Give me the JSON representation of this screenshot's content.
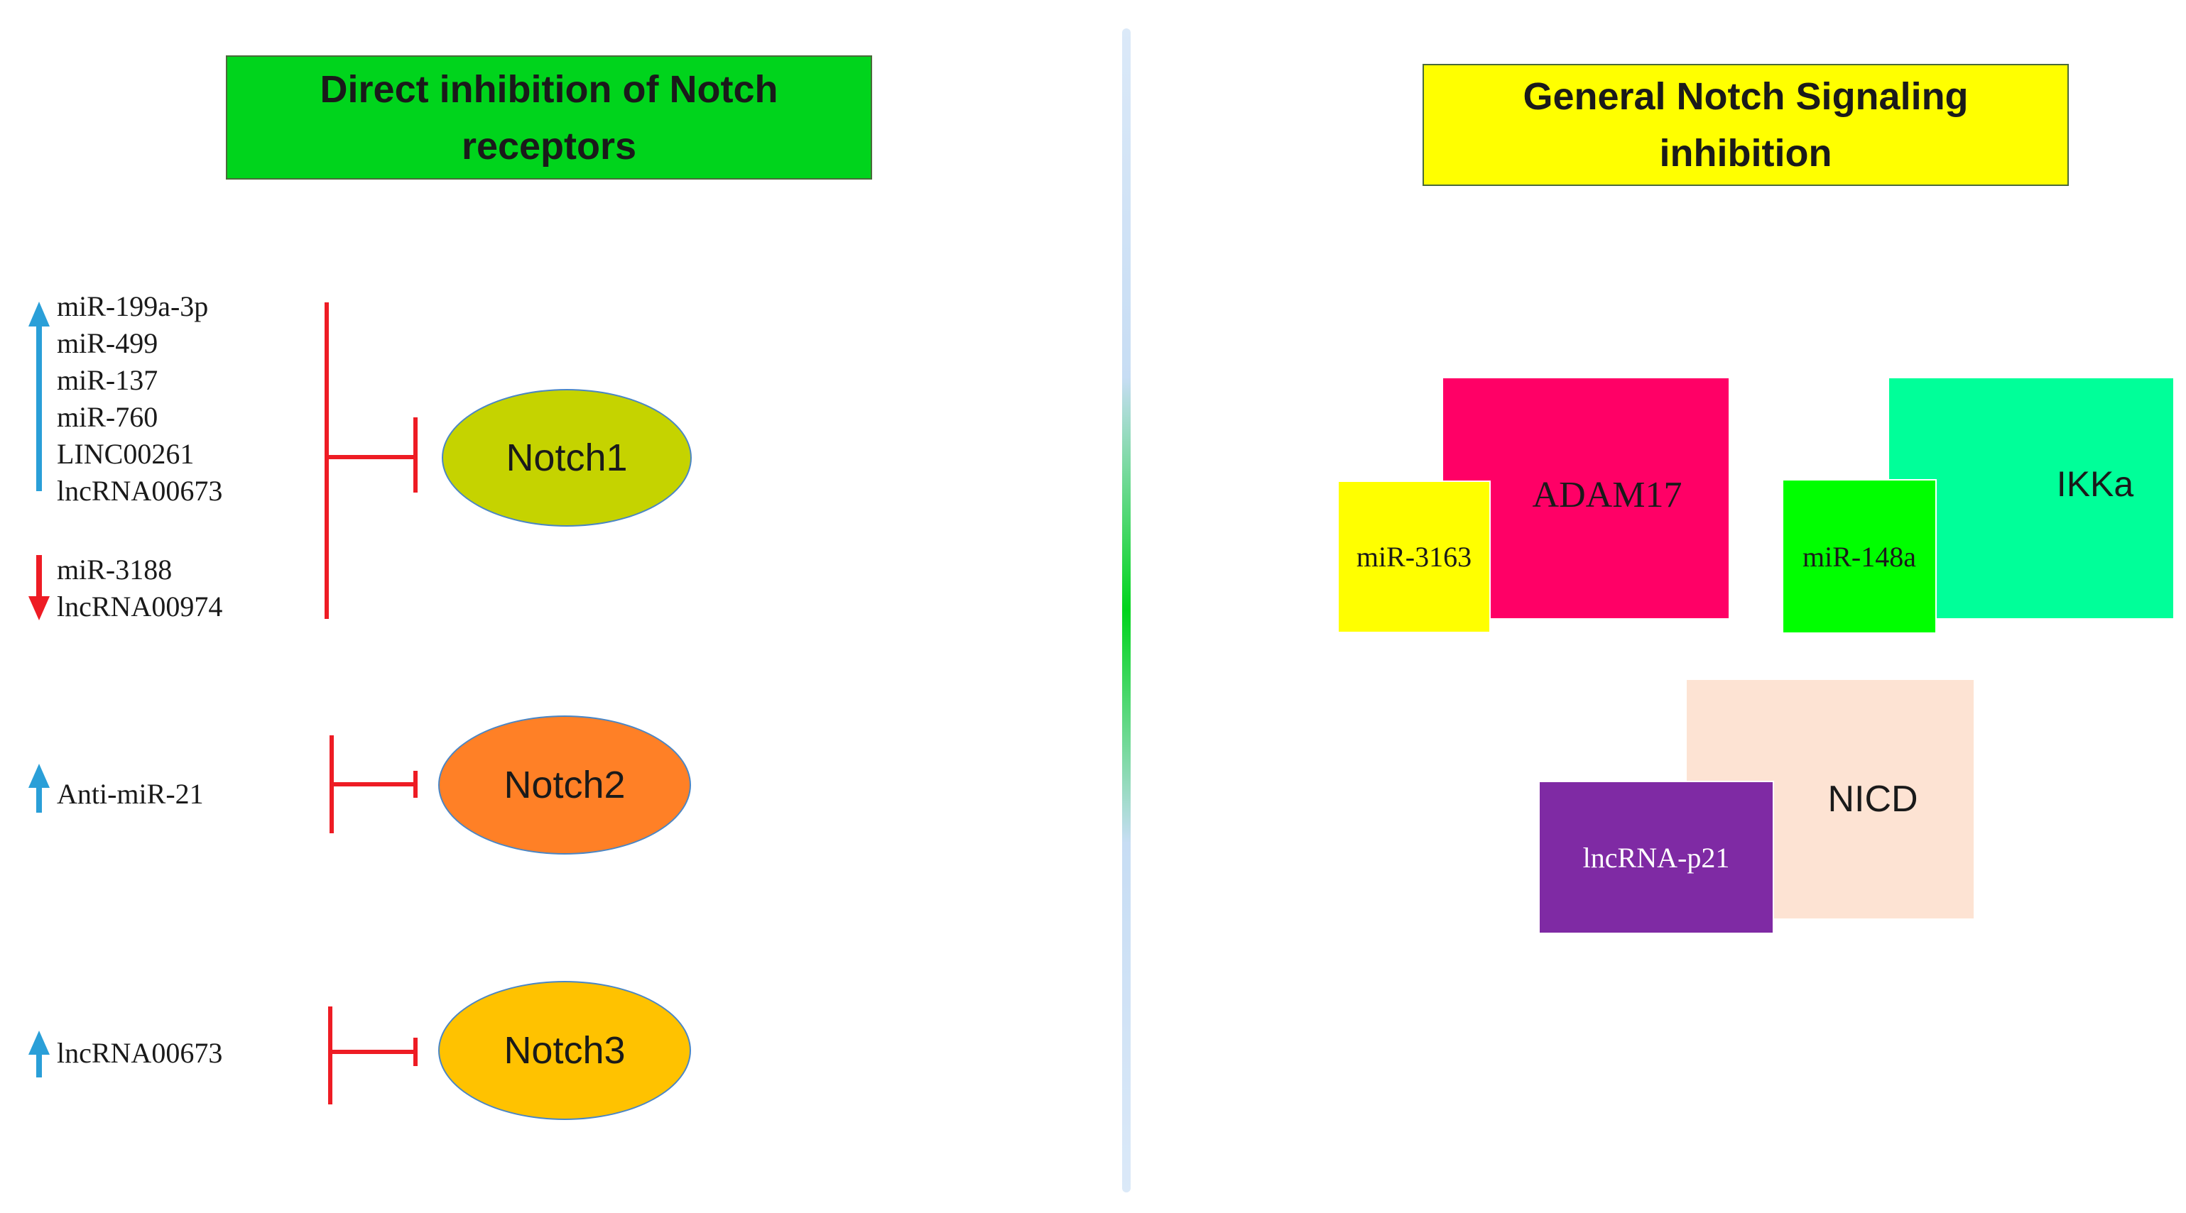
{
  "left": {
    "header": "Direct inhibition of Notch receptors",
    "notch1": {
      "label": "Notch1",
      "up_regulators": [
        "miR-199a-3p",
        "miR-499",
        "miR-137",
        "miR-760",
        "LINC00261",
        "lncRNA00673"
      ],
      "down_regulators": [
        "miR-3188",
        "lncRNA00974"
      ]
    },
    "notch2": {
      "label": "Notch2",
      "up_regulators": [
        "Anti-miR-21"
      ]
    },
    "notch3": {
      "label": "Notch3",
      "up_regulators": [
        "lncRNA00673"
      ]
    }
  },
  "right": {
    "header": "General Notch Signaling inhibition",
    "pairs": [
      {
        "target": "ADAM17",
        "regulator": "miR-3163"
      },
      {
        "target": "IKKa",
        "regulator": "miR-148a"
      },
      {
        "target": "NICD",
        "regulator": "lncRNA-p21"
      }
    ]
  },
  "colors": {
    "green_header": "#00d41c",
    "yellow_header": "#ffff00",
    "notch1": "#c5d300",
    "notch2": "#ff8026",
    "notch3": "#ffc200",
    "adam17": "#ff0066",
    "ikka": "#00ff99",
    "nicd": "#fde3d3",
    "mir3163": "#ffff00",
    "mir148a": "#00ff00",
    "lncrna_p21": "#7f2aa4",
    "inhibit_line": "#ee1c24",
    "up_arrow": "#2a9fd8",
    "down_arrow": "#ee1c24"
  }
}
